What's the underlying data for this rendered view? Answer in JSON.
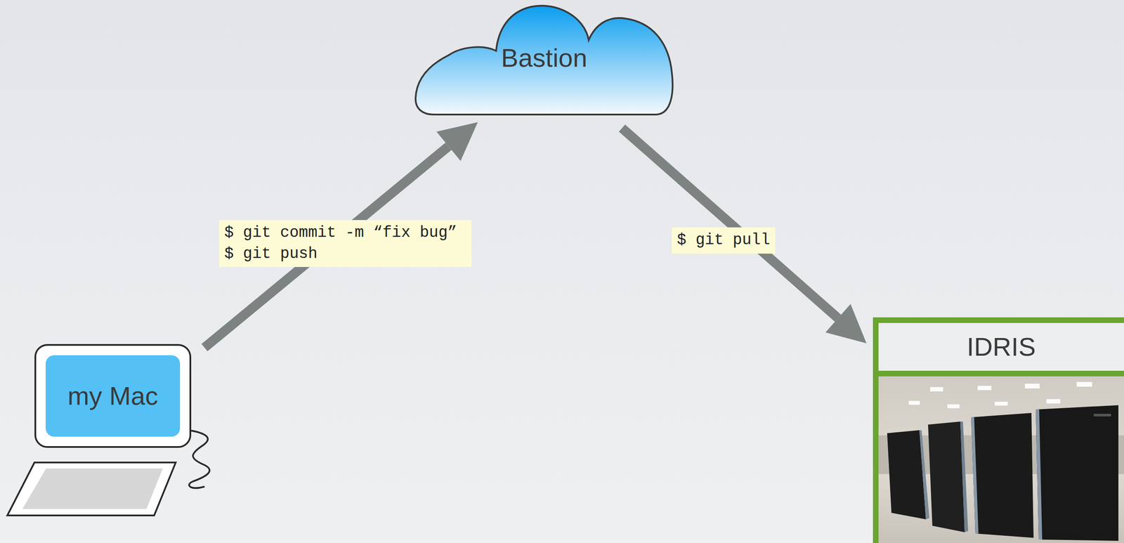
{
  "diagram": {
    "nodes": [
      {
        "text": [
          "Bastion"
        ]
      },
      {
        "text": [
          "my Mac"
        ]
      },
      {
        "text": [
          "IDRIS"
        ]
      }
    ],
    "edges": [
      {
        "from": 1,
        "to": 0,
        "arrow": "to",
        "label": "$ git commit -m “fix bug” $ git push"
      },
      {
        "from": 0,
        "to": 2,
        "arrow": "to",
        "label": "$ git pull"
      }
    ]
  }
}
